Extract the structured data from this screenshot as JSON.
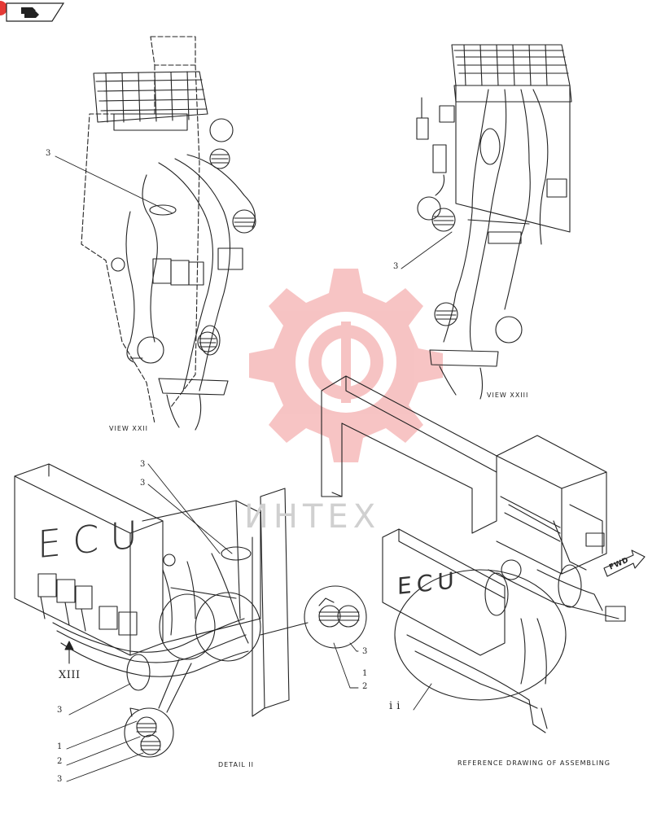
{
  "views": {
    "view_22": "VIEW XXII",
    "view_23": "VIEW XXIII",
    "detail": "DETAIL II",
    "reference": "REFERENCE DRAWING OF ASSEMBLING"
  },
  "callouts": {
    "v22_3": "3",
    "v23_3": "3",
    "d_3a": "3",
    "d_3b": "3",
    "d_3c": "3",
    "d_1": "1",
    "d_2": "2",
    "d_3d": "3",
    "c_3": "3",
    "c_1": "1",
    "c_2": "2",
    "ref_ii": "i i",
    "arrow_xiii": "XIII"
  },
  "components": {
    "ecu_large": "ECU",
    "ecu_small": "ECU",
    "fwd": "FWD"
  },
  "watermark": {
    "text": "ИНТЕХ",
    "color": "#f08080"
  },
  "nav": {
    "icon": "arrow-stack-icon",
    "accent": "#e53935"
  }
}
